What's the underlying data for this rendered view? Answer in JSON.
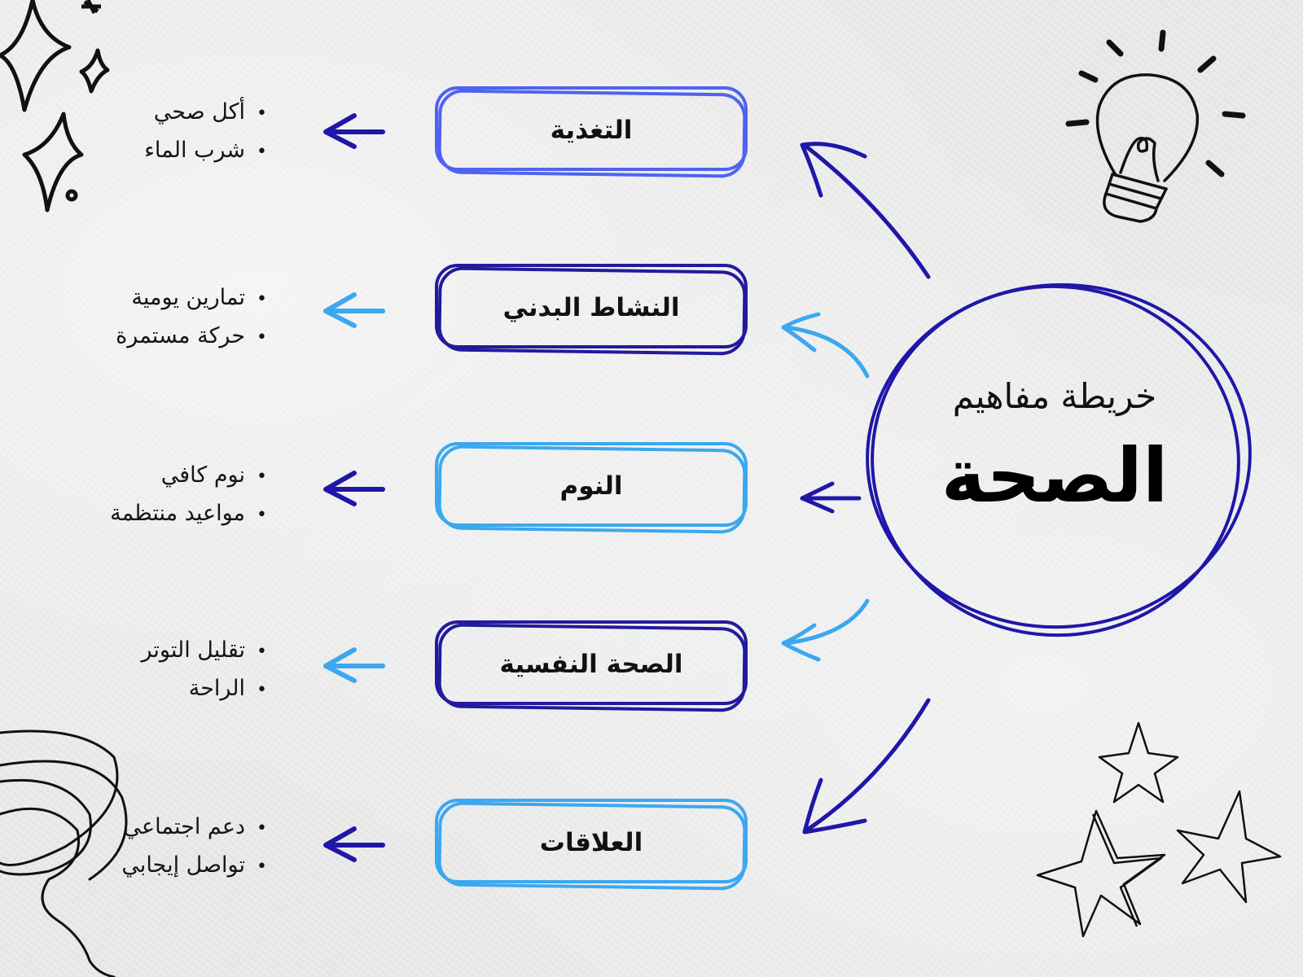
{
  "center": {
    "subtitle": "خريطة مفاهيم",
    "title": "الصحة",
    "color": "#1f17a8"
  },
  "branches": [
    {
      "label": "التغذية",
      "color": "#4f63f0",
      "arrow_color": "#1f17a8",
      "points": [
        "أكل صحي",
        "شرب الماء"
      ]
    },
    {
      "label": "النشاط البدني",
      "color": "#231a9c",
      "arrow_color": "#3ba8f0",
      "points": [
        "تمارين يومية",
        "حركة مستمرة"
      ]
    },
    {
      "label": "النوم",
      "color": "#3ba8f0",
      "arrow_color": "#1f17a8",
      "points": [
        "نوم كافي",
        "مواعيد منتظمة"
      ]
    },
    {
      "label": "الصحة النفسية",
      "color": "#231a9c",
      "arrow_color": "#3ba8f0",
      "points": [
        "تقليل التوتر",
        "الراحة"
      ]
    },
    {
      "label": "العلاقات",
      "color": "#3ba8f0",
      "arrow_color": "#1f17a8",
      "points": [
        "دعم اجتماعي",
        "تواصل إيجابي"
      ]
    }
  ],
  "decorations": [
    "sparkle-stars-icon",
    "lightbulb-icon",
    "stars-icon",
    "scribble-icon"
  ]
}
